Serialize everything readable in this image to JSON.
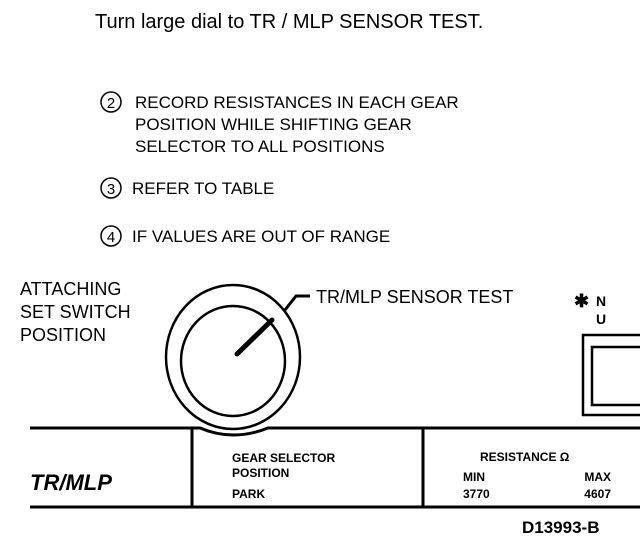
{
  "title": "Turn large dial to TR / MLP SENSOR TEST.",
  "steps": [
    {
      "num": "2",
      "lines": [
        "RECORD RESISTANCES IN EACH GEAR",
        "POSITION WHILE SHIFTING GEAR",
        "SELECTOR TO ALL POSITIONS"
      ]
    },
    {
      "num": "3",
      "lines": [
        "REFER TO TABLE"
      ]
    },
    {
      "num": "4",
      "lines": [
        "IF VALUES ARE OUT OF RANGE"
      ]
    }
  ],
  "dial": {
    "left_label": [
      "ATTACHING",
      "SET SWITCH",
      "POSITION"
    ],
    "callout": "TR/MLP SENSOR TEST",
    "side_marker": "✱",
    "side_text": [
      "N",
      "U"
    ]
  },
  "table": {
    "name": "TR/MLP",
    "col1_header": [
      "GEAR SELECTOR",
      "POSITION"
    ],
    "col2_header": "RESISTANCE Ω",
    "min_label": "MIN",
    "max_label": "MAX",
    "rows": [
      {
        "position": "PARK",
        "min": "3770",
        "max": "4607"
      }
    ]
  },
  "figure_code": "D13993-B"
}
